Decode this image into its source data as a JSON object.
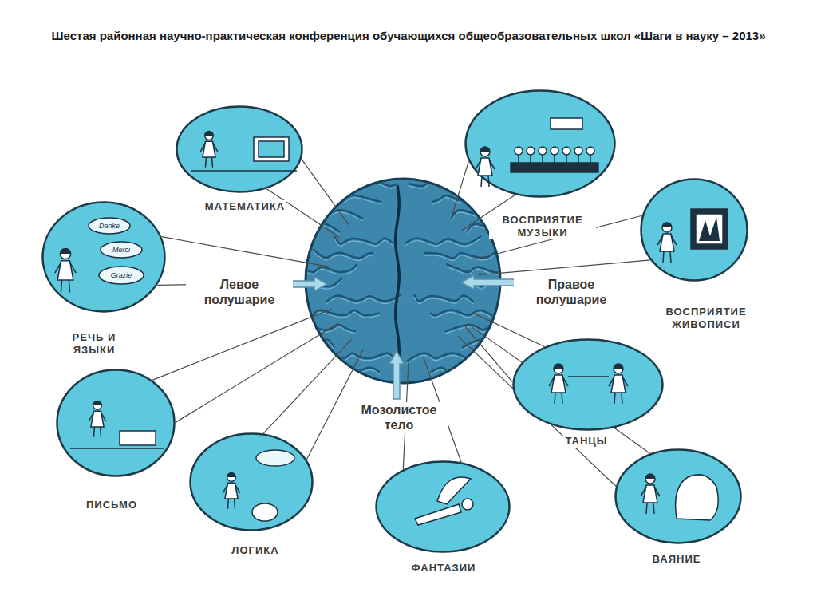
{
  "diagram": {
    "title": "Шестая районная научно-практическая конференция обучающихся общеобразовательных школ «Шаги в науку – 2013»",
    "nodes": [
      {
        "text": [
          "МАТЕМАТИКА"
        ]
      },
      {
        "text": [
          "ВОСПРИЯТИЕ МУЗЫКИ"
        ]
      },
      {
        "text": [
          "РЕЧЬ И ЯЗЫКИ"
        ]
      },
      {
        "text": [
          "ВОСПРИЯТИЕ ЖИВОПИСИ"
        ]
      },
      {
        "text": [
          "ТАНЦЫ"
        ]
      },
      {
        "text": [
          "ПИСЬМО"
        ]
      },
      {
        "text": [
          "ЛОГИКА"
        ]
      },
      {
        "text": [
          "ФАНТАЗИИ"
        ]
      },
      {
        "text": [
          "ВАЯНИЕ"
        ]
      }
    ],
    "labels": [
      "Левое полушарие",
      "Правое полушарие",
      "Мозолистое тело",
      "Danke",
      "Merci",
      "Grazie"
    ]
  }
}
